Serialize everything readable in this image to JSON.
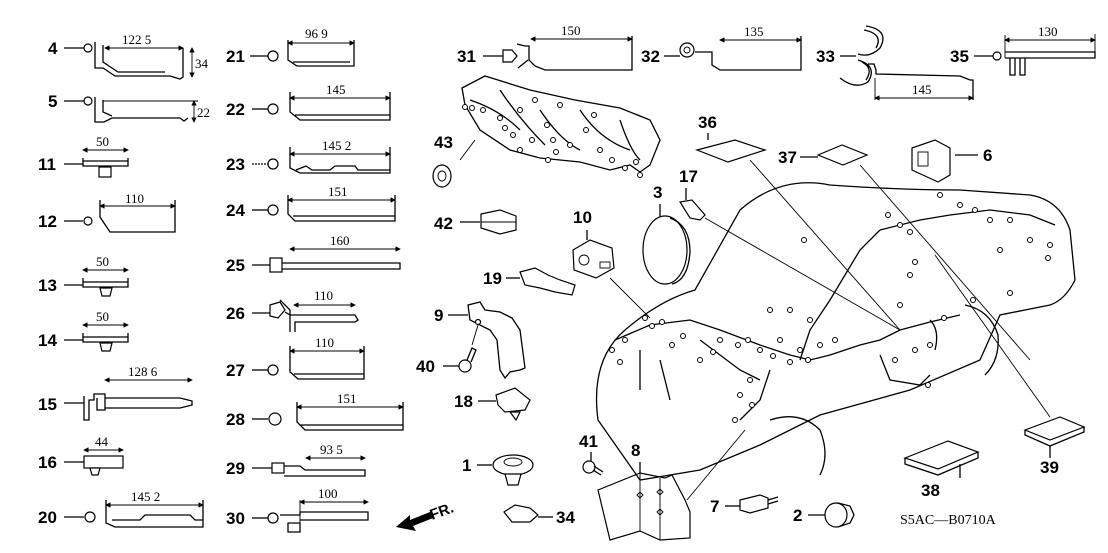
{
  "diagram": {
    "type": "parts-diagram",
    "subject": "wire harness clips and grommets",
    "drawing_code": "S5AC—B0710A",
    "front_indicator": "FR.",
    "clips": [
      {
        "ref": "4",
        "dimension": "122 5",
        "height_dimension": "34"
      },
      {
        "ref": "5",
        "height_dimension": "22"
      },
      {
        "ref": "11",
        "dimension": "50"
      },
      {
        "ref": "12",
        "dimension": "110"
      },
      {
        "ref": "13",
        "dimension": "50"
      },
      {
        "ref": "14",
        "dimension": "50"
      },
      {
        "ref": "15",
        "dimension": "128 6"
      },
      {
        "ref": "16",
        "dimension": "44"
      },
      {
        "ref": "20",
        "dimension": "145 2"
      },
      {
        "ref": "21",
        "dimension": "96 9"
      },
      {
        "ref": "22",
        "dimension": "145"
      },
      {
        "ref": "23",
        "dimension": "145 2"
      },
      {
        "ref": "24",
        "dimension": "151"
      },
      {
        "ref": "25",
        "dimension": "160"
      },
      {
        "ref": "26",
        "dimension": "110"
      },
      {
        "ref": "27",
        "dimension": "110"
      },
      {
        "ref": "28",
        "dimension": "151"
      },
      {
        "ref": "29",
        "dimension": "93 5"
      },
      {
        "ref": "30",
        "dimension": "100"
      },
      {
        "ref": "31",
        "dimension": "150"
      },
      {
        "ref": "32",
        "dimension": "135"
      },
      {
        "ref": "33",
        "dimension": "145"
      },
      {
        "ref": "35",
        "dimension": "130"
      }
    ],
    "parts": [
      {
        "ref": "1"
      },
      {
        "ref": "2"
      },
      {
        "ref": "3"
      },
      {
        "ref": "6"
      },
      {
        "ref": "7"
      },
      {
        "ref": "8"
      },
      {
        "ref": "9"
      },
      {
        "ref": "10"
      },
      {
        "ref": "17"
      },
      {
        "ref": "18"
      },
      {
        "ref": "19"
      },
      {
        "ref": "34"
      },
      {
        "ref": "36"
      },
      {
        "ref": "37"
      },
      {
        "ref": "38"
      },
      {
        "ref": "39"
      },
      {
        "ref": "40"
      },
      {
        "ref": "41"
      },
      {
        "ref": "42"
      },
      {
        "ref": "43"
      }
    ]
  }
}
